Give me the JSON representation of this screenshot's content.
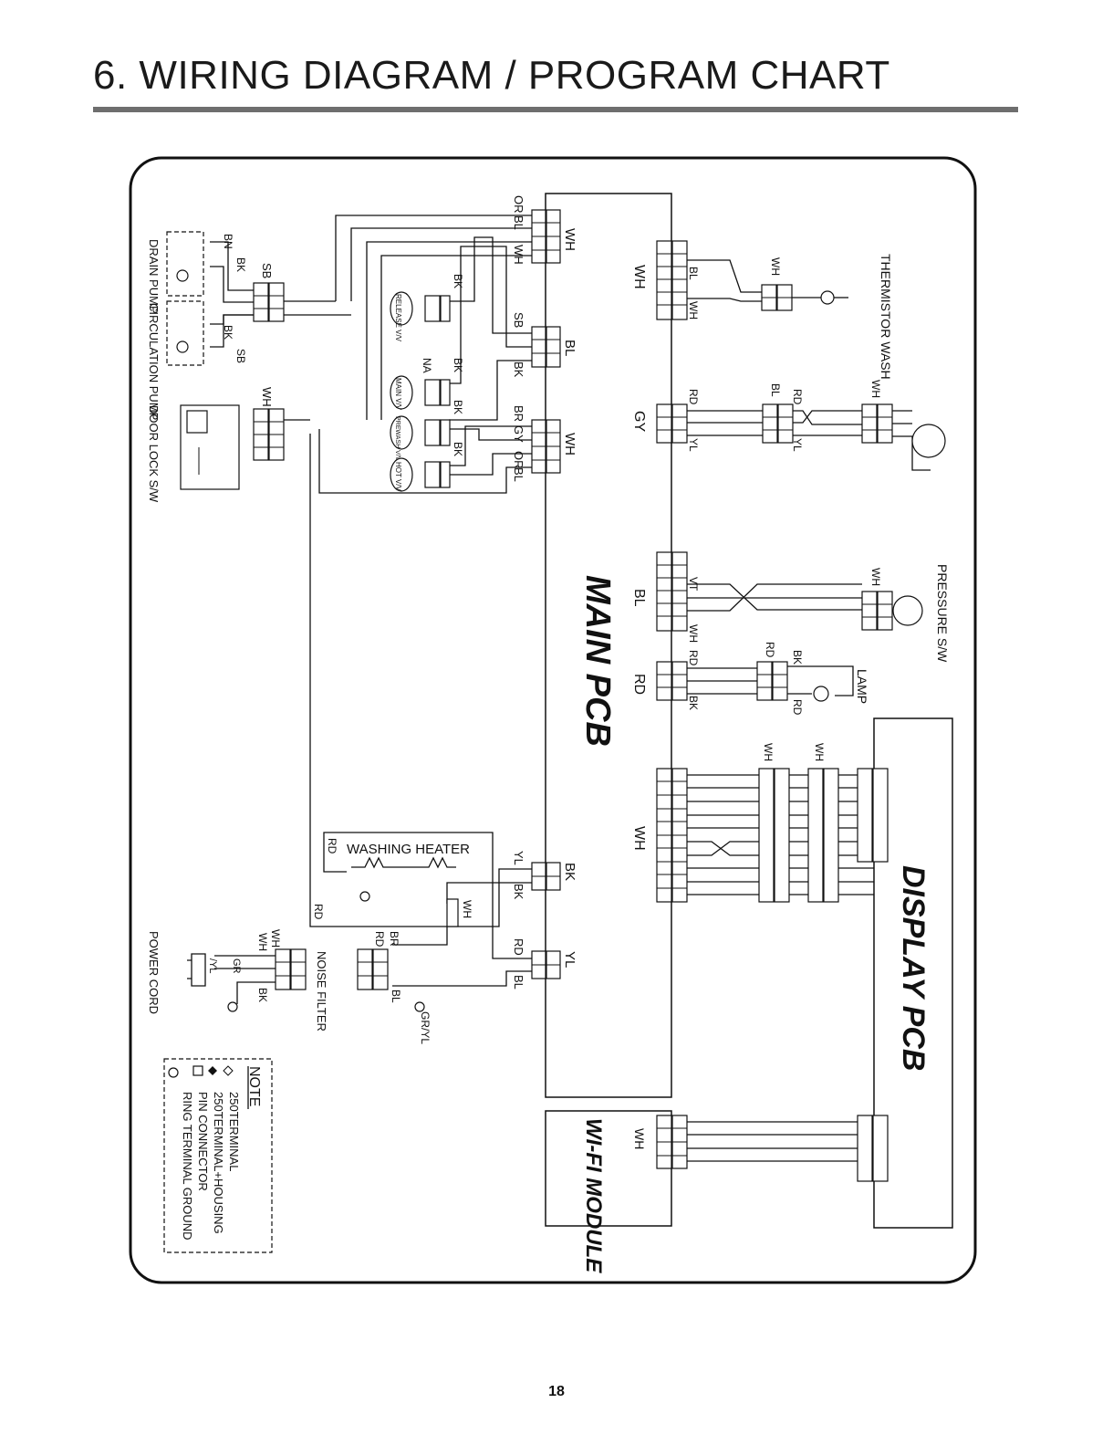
{
  "page": {
    "title": "6. WIRING DIAGRAM / PROGRAM CHART",
    "page_number": "18"
  },
  "boards": {
    "main_pcb": "MAIN PCB",
    "display_pcb": "DISPLAY PCB",
    "wifi_module": "WI-FI MODULE"
  },
  "components": {
    "drain_pump": "DRAIN PUMP",
    "circulation_pump": "CIRCULATION PUMP",
    "door_lock": "DOOR LOCK S/W",
    "washing_heater": "WASHING HEATER",
    "noise_filter": "NOISE FILTER",
    "power_cord": "POWER CORD",
    "thermistor": "THERMISTOR WASH",
    "pressure_sw": "PRESSURE S/W",
    "lamp": "LAMP",
    "release_valve": "RELEASE V/V",
    "main_valve": "MAIN V/V",
    "prewash_valve": "PREWASH V/V",
    "hot_valve": "HOT V/V"
  },
  "wires": {
    "wh": "WH",
    "bl": "BL",
    "bk": "BK",
    "sb": "SB",
    "gy": "GY",
    "rd": "RD",
    "yl": "YL",
    "br": "BR",
    "or": "OR",
    "na": "NA",
    "bn": "BN",
    "vt": "VT",
    "gr": "GR",
    "gr_yl": "GR/YL",
    "yl_slash": "/YL"
  },
  "note": {
    "title": "NOTE",
    "items": [
      "250TERMINAL",
      "250TERMINAL+HOUSING",
      "PIN CONNECTOR",
      "RING TERMINAL GROUND"
    ]
  }
}
